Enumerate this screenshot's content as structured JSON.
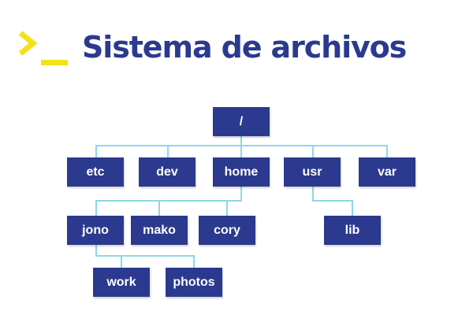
{
  "header": {
    "title": "Sistema de archivos",
    "logo_icon": "terminal-prompt-icon",
    "logo_color": "#f2e21b"
  },
  "colors": {
    "title": "#2b3a8f",
    "node_fill": "#2b3a8f",
    "node_text": "#ffffff",
    "connector": "#8fd6e8"
  },
  "tree": {
    "root": {
      "label": "/"
    },
    "level1": [
      {
        "label": "etc"
      },
      {
        "label": "dev"
      },
      {
        "label": "home"
      },
      {
        "label": "usr"
      },
      {
        "label": "var"
      }
    ],
    "home_children": [
      {
        "label": "jono"
      },
      {
        "label": "mako"
      },
      {
        "label": "cory"
      }
    ],
    "usr_children": [
      {
        "label": "lib"
      }
    ],
    "jono_children": [
      {
        "label": "work"
      },
      {
        "label": "photos"
      }
    ]
  }
}
